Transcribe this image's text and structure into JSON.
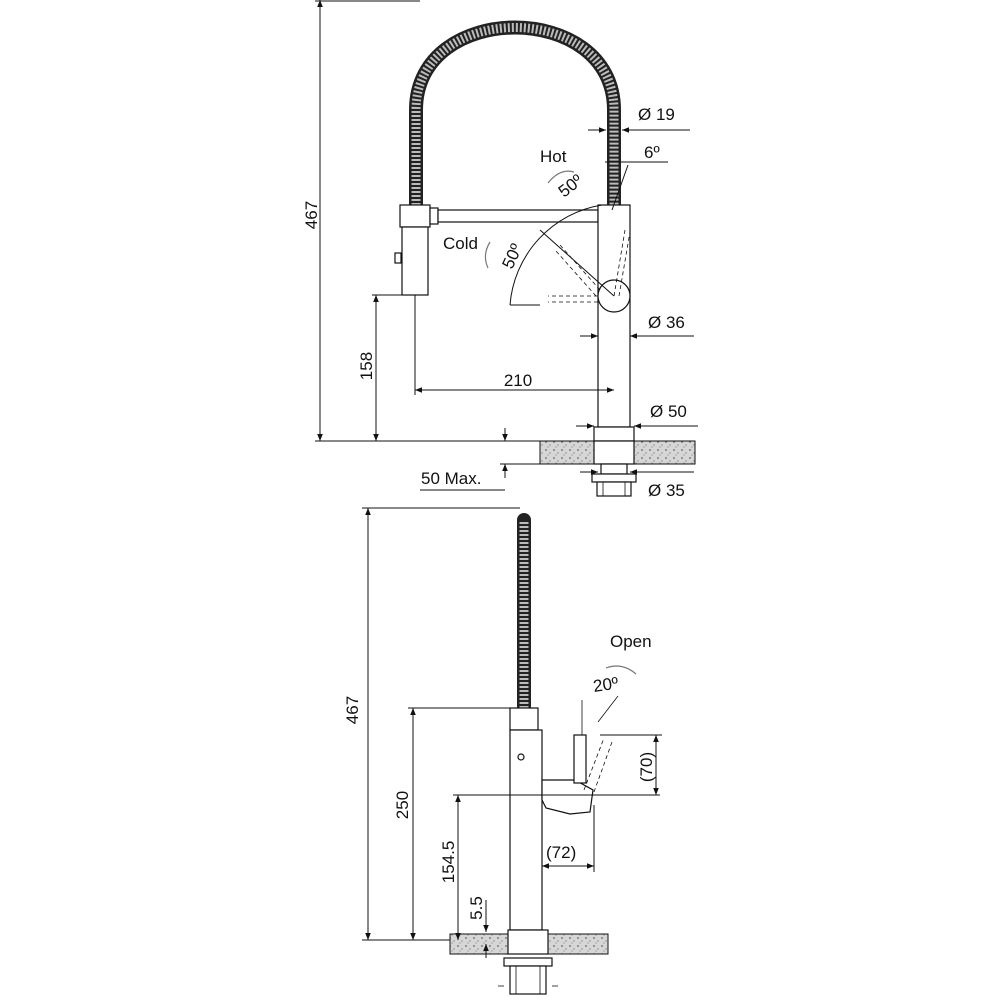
{
  "top_view": {
    "height": "467",
    "spout_height": "158",
    "reach": "210",
    "hose_diameter": "Ø 19",
    "body_diameter": "Ø 36",
    "base_diameter": "Ø 50",
    "thread_diameter": "Ø 35",
    "max_thickness": "50 Max.",
    "hot_label": "Hot",
    "cold_label": "Cold",
    "hot_angle": "50º",
    "cold_angle": "50º",
    "tilt_angle": "6º"
  },
  "side_view": {
    "height": "467",
    "body_height": "250",
    "lever_height": "154.5",
    "base_height": "5.5",
    "lever_offset_y": "(70)",
    "lever_offset_x": "(72)",
    "open_label": "Open",
    "open_angle": "20º"
  }
}
